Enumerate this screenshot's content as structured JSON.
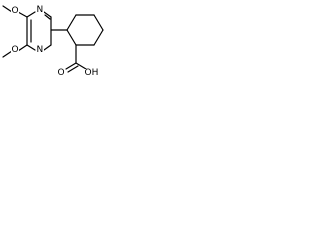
{
  "molecule": {
    "atoms": {
      "n_top": "N",
      "n_bottom": "N",
      "o_top": "O",
      "o_bottom": "O",
      "o_carbonyl": "O",
      "oh": "OH"
    }
  },
  "style": {
    "bond_color": "#000000",
    "background": "#ffffff"
  }
}
